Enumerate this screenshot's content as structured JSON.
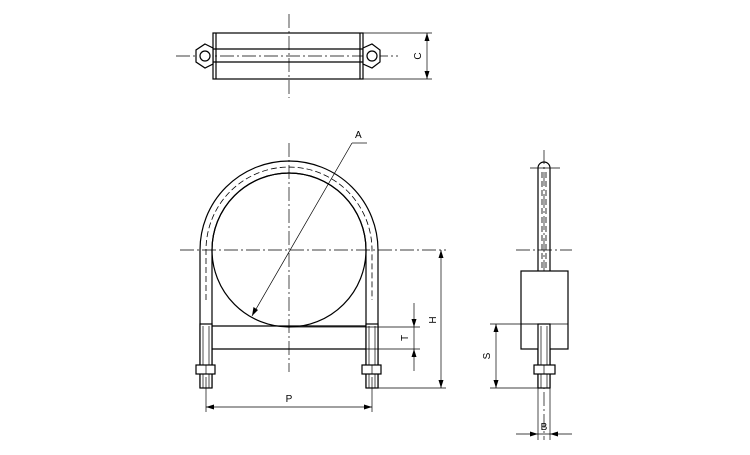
{
  "drawing": {
    "title": "",
    "views": [
      "top-view",
      "front-view",
      "side-view"
    ]
  },
  "dimensions": {
    "A": "A",
    "B": "B",
    "C": "C",
    "H": "H",
    "P": "P",
    "S": "S",
    "T": "T"
  },
  "colors": {
    "line": "#000000",
    "background": "#ffffff"
  }
}
